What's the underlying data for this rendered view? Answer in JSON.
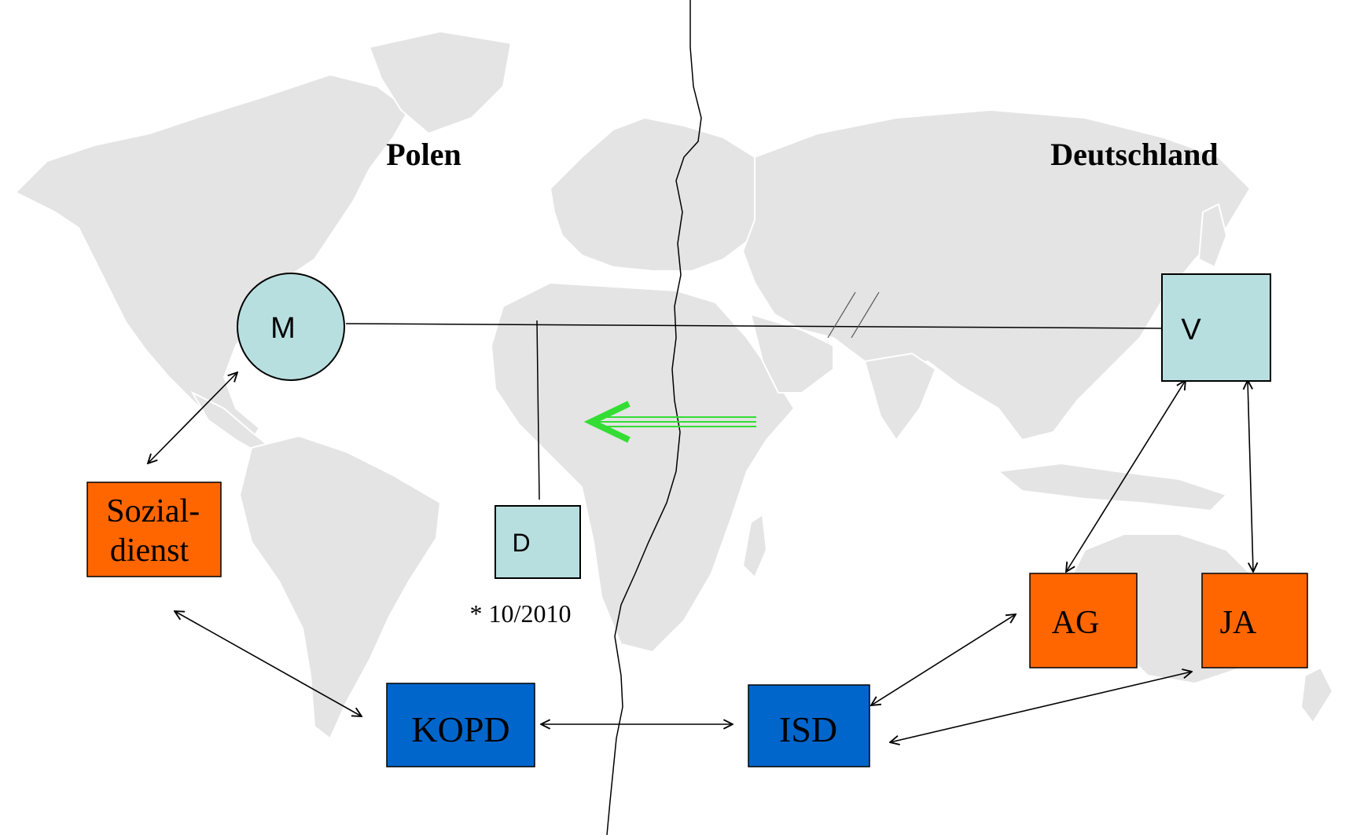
{
  "regions": {
    "left": "Polen",
    "right": "Deutschland"
  },
  "persons": {
    "mother": "M",
    "father": "V",
    "child": "D",
    "child_birth": "* 10/2010"
  },
  "agencies": {
    "sozialdienst": "Sozial-\ndienst",
    "kopd": "KOPD",
    "isd": "ISD",
    "ag": "AG",
    "ja": "JA"
  },
  "colors": {
    "person_fill": "#b8dfe0",
    "agency_orange": "#ff6600",
    "agency_blue": "#0066cc",
    "map_land": "#e4e4e4",
    "map_border": "#ffffff",
    "arrow_green": "#33dd33",
    "line": "#000000"
  }
}
